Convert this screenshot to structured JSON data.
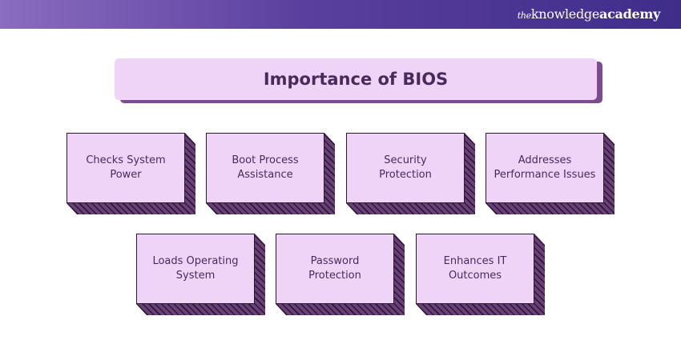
{
  "brand": {
    "prefix": "the",
    "name": "knowledge",
    "suffix": "academy"
  },
  "title": "Importance of BIOS",
  "items": [
    {
      "l1": "Checks System",
      "l2": "Power"
    },
    {
      "l1": "Boot Process",
      "l2": "Assistance"
    },
    {
      "l1": "Security",
      "l2": "Protection"
    },
    {
      "l1": "Addresses",
      "l2": "Performance Issues"
    },
    {
      "l1": "Loads Operating",
      "l2": "System"
    },
    {
      "l1": "Password",
      "l2": "Protection"
    },
    {
      "l1": "Enhances IT",
      "l2": "Outcomes"
    }
  ]
}
